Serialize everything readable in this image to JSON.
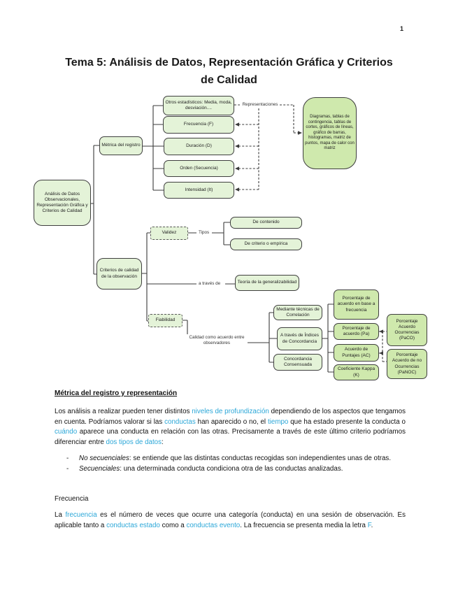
{
  "page_number": "1",
  "title": {
    "line1": "Tema 5: Análisis de Datos, Representación Gráfica y Criterios",
    "line2": "de Calidad"
  },
  "colors": {
    "box_fill_light": "#e4f3d8",
    "box_fill_medium": "#cfe9ad",
    "box_border": "#3f3f3f",
    "highlight_text": "#2ba7d8"
  },
  "diagram": {
    "boxes": {
      "root": "Análisis de Datos Observacionales, Representación Gráfica y Criterios de Calidad",
      "metrica": "Métrica del registro",
      "otros": "Otros estadísticos: Media, moda, desviación....",
      "frecuencia": "Frecuencia (F)",
      "duracion": "Duración (D)",
      "orden": "Orden (Secuencia)",
      "intensidad": "Intensidad (It)",
      "diagramas": "Diagramas, tablas de contingencia, tablas de cortes, gráficos de líneas, gráfico de barras, histogramas, matriz de puntos, mapa de calor con matriz",
      "validez": "Validez",
      "de_contenido": "De contenido",
      "de_criterio": "De criterio o empírica",
      "criterios": "Criterios de calidad de la observación",
      "teoria": "Teoría de la generalizabilidad",
      "fiabilidad": "Fiabilidad",
      "mediante": "Mediante técnicas de Correlación",
      "indices": "A través de Índices de Concordancia",
      "concordancia": "Concordancia Consensuada",
      "pct_frecuencia": "Porcentaje de acuerdo en base a frecuencia",
      "pct_acuerdo": "Porcentaje de acuerdo (Pa)",
      "acuerdo_puntajes": "Acuerdo de Puntajes (AC)",
      "coef_kappa": "Coeficiente Kappa (K)",
      "pa_co": "Porcentaje Acuerdo Ocurrencias (PaCO)",
      "pa_noc": "Porcentaje Acuerdo de no Ocurrencias (PaNOC)"
    },
    "labels": {
      "representaciones": "Representaciones",
      "tipos": "Tipos",
      "a_traves_de": "a través de",
      "calidad_acuerdo": "Calidad como acuerdo entre observadores"
    }
  },
  "body": {
    "heading": "Métrica del registro y representación",
    "bullet_marker": "-",
    "para1": [
      {
        "t": "Los análisis a realizar pueden tener distintos "
      },
      {
        "t": "niveles de profundización",
        "c": "hl"
      },
      {
        "t": " dependiendo de los aspectos que tengamos en cuenta. Podríamos valorar si las "
      },
      {
        "t": "conductas",
        "c": "hl"
      },
      {
        "t": " han aparecido o no, el "
      },
      {
        "t": "tiempo",
        "c": "hl"
      },
      {
        "t": " que ha estado presente la conducta o "
      },
      {
        "t": "cuándo",
        "c": "hl"
      },
      {
        "t": " aparece una conducta en relación con las otras. Precisamente a través de este último criterio podríamos diferenciar entre "
      },
      {
        "t": "dos tipos de datos",
        "c": "hl"
      },
      {
        "t": ":"
      }
    ],
    "bullet1": [
      {
        "t": "No secuenciales",
        "c": "it"
      },
      {
        "t": ": se entiende que las distintas conductas recogidas son independientes unas de otras."
      }
    ],
    "bullet2": [
      {
        "t": "Secuenciales",
        "c": "it"
      },
      {
        "t": ": una determinada conducta condiciona otra de las conductas analizadas."
      }
    ],
    "subheading": "Frecuencia",
    "para2": [
      {
        "t": "La "
      },
      {
        "t": "frecuencia",
        "c": "hl"
      },
      {
        "t": " es el número de veces que ocurre una categoría (conducta) en una sesión de observación. Es aplicable tanto a "
      },
      {
        "t": "conductas estado",
        "c": "hl"
      },
      {
        "t": " como a "
      },
      {
        "t": "conductas evento",
        "c": "hl"
      },
      {
        "t": ". La frecuencia se presenta media la letra "
      },
      {
        "t": "F",
        "c": "hl"
      },
      {
        "t": "."
      }
    ]
  }
}
